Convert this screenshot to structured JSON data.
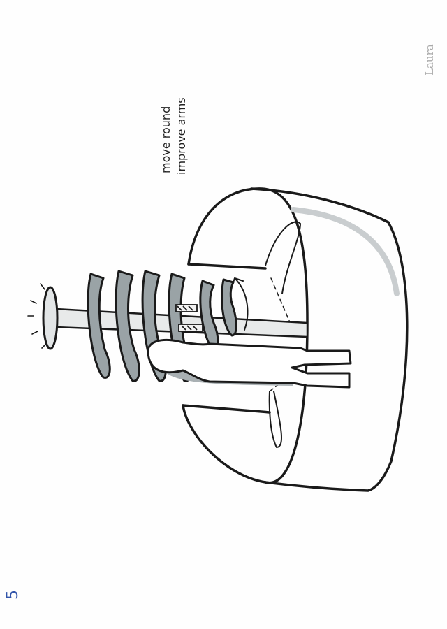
{
  "sketch": {
    "annotations": [
      "move round",
      "improve arms"
    ],
    "signature": "Laura",
    "page_number": "5"
  },
  "colors": {
    "ink": "#1a1a1a",
    "shading": "#9aa3a6",
    "paper": "#fefefe",
    "page_number_ink": "#3355aa"
  }
}
